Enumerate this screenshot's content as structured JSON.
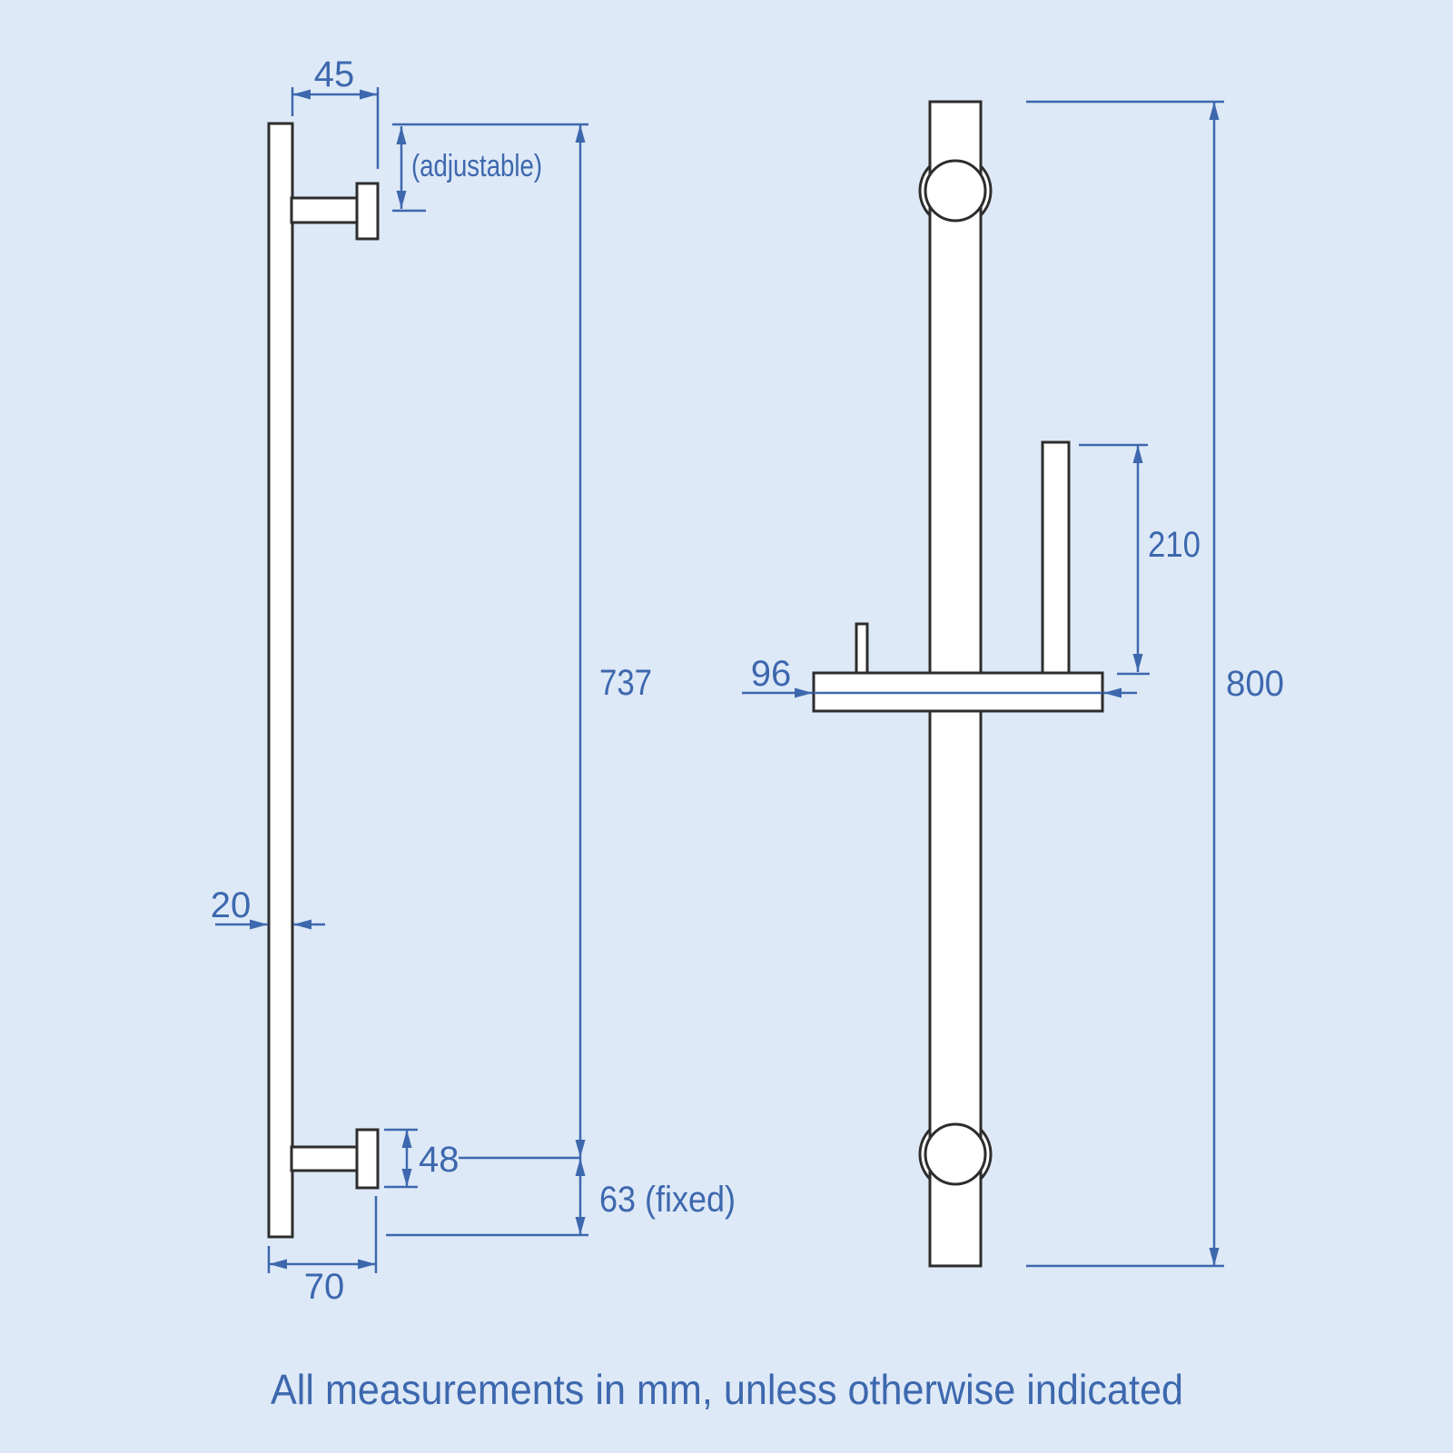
{
  "side_view": {
    "width_45": "45",
    "adjustable_label": "(adjustable)",
    "height_737": "737",
    "rail_thickness_20": "20",
    "bracket_height_48": "48",
    "fixed_height_63": "63 (fixed)",
    "bracket_depth_70": "70"
  },
  "front_view": {
    "holder_height_210": "210",
    "tray_depth_96": "96",
    "rail_length_800": "800"
  },
  "footer": {
    "note": "All measurements in mm, unless otherwise indicated"
  },
  "colors": {
    "background": "#dee9f7",
    "dimension_blue": "#3d68ae",
    "outline_dark": "#2d2d2d",
    "shape_fill": "#ffffff"
  }
}
